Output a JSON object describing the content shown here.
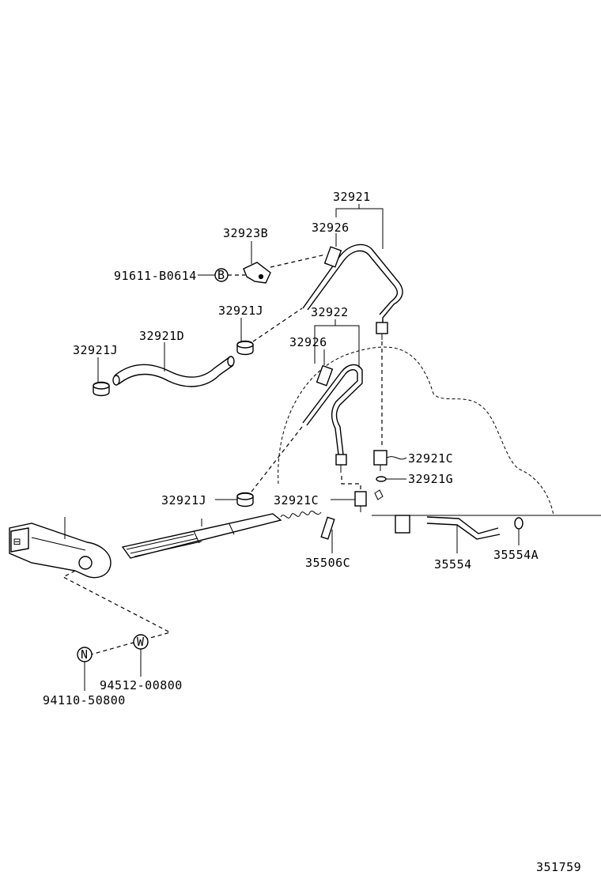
{
  "labels": {
    "p32921": "32921",
    "p32926_top": "32926",
    "p32923B": "32923B",
    "p91611": "91611-B0614",
    "marker_B": "B",
    "p32921J_top": "32921J",
    "p32922": "32922",
    "p32921J_left": "32921J",
    "p32921D": "32921D",
    "p32926_mid": "32926",
    "p32921C_right": "32921C",
    "p32921G": "32921G",
    "p32921J_bottom": "32921J",
    "p32921C_mid": "32921C",
    "p35506C": "35506C",
    "p35554": "35554",
    "p35554A": "35554A",
    "marker_N": "N",
    "marker_W": "W",
    "p94512": "94512-00800",
    "p94110": "94110-50800",
    "figure_id": "351759"
  }
}
